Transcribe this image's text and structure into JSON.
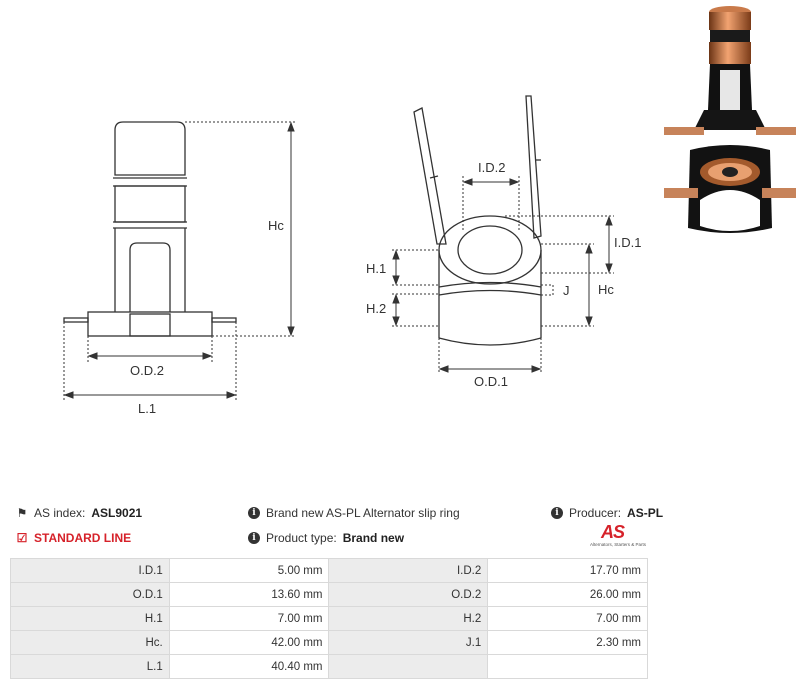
{
  "drawing": {
    "left_view": {
      "height_label": "Hc",
      "od2_label": "O.D.2",
      "l1_label": "L.1"
    },
    "right_view": {
      "id2_label": "I.D.2",
      "id1_label": "I.D.1",
      "h1_label": "H.1",
      "h2_label": "H.2",
      "j_label": "J",
      "hc_label": "Hc",
      "od1_label": "O.D.1"
    }
  },
  "info": {
    "as_index_label": "AS index:",
    "as_index_value": "ASL9021",
    "standard_line": "STANDARD LINE",
    "description": "Brand new AS-PL Alternator slip ring",
    "product_type_label": "Product type:",
    "product_type_value": "Brand new",
    "producer_label": "Producer:",
    "producer_value": "AS-PL",
    "logo_mark": "AS",
    "logo_sub": "Alternators, Starters & Parts"
  },
  "specs": [
    {
      "l1": "I.D.1",
      "v1": "5.00 mm",
      "l2": "I.D.2",
      "v2": "17.70 mm"
    },
    {
      "l1": "O.D.1",
      "v1": "13.60 mm",
      "l2": "O.D.2",
      "v2": "26.00 mm"
    },
    {
      "l1": "H.1",
      "v1": "7.00 mm",
      "l2": "H.2",
      "v2": "7.00 mm"
    },
    {
      "l1": "Hc.",
      "v1": "42.00 mm",
      "l2": "J.1",
      "v2": "2.30 mm"
    },
    {
      "l1": "L.1",
      "v1": "40.40 mm",
      "l2": "",
      "v2": ""
    }
  ],
  "colors": {
    "accent_red": "#d6222a",
    "table_label_bg": "#ececec",
    "table_border": "#d9d9d9"
  }
}
